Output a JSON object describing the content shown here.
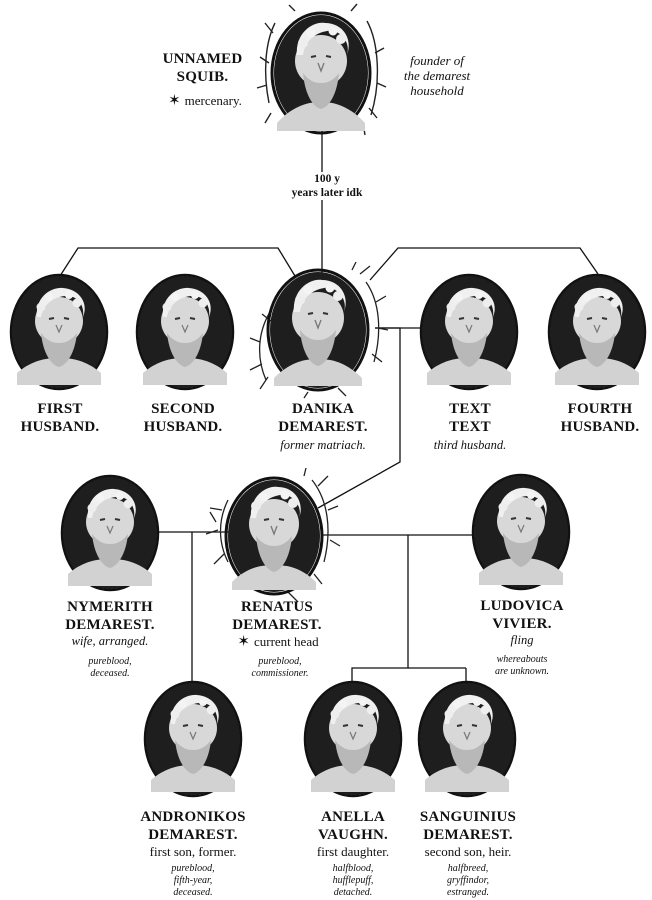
{
  "founder": {
    "name_line1": "UNNAMED",
    "name_line2": "SQUIB.",
    "role": "mercenary.",
    "note_line1": "founder of",
    "note_line2": "the demarest",
    "note_line3": "household"
  },
  "gap_note": {
    "line1": "100 y",
    "line2": "years later idk"
  },
  "gen2": {
    "first_husband": {
      "line1": "FIRST",
      "line2": "HUSBAND."
    },
    "second_husband": {
      "line1": "SECOND",
      "line2": "HUSBAND."
    },
    "danika": {
      "line1": "DANIKA",
      "line2": "DEMAREST.",
      "role": "former matriach."
    },
    "third_husband": {
      "line1": "TEXT",
      "line2": "TEXT",
      "role": "third husband."
    },
    "fourth_husband": {
      "line1": "FOURTH",
      "line2": "HUSBAND."
    }
  },
  "gen3": {
    "nymerith": {
      "line1": "NYMERITH",
      "line2": "DEMAREST.",
      "role": "wife, arranged.",
      "note1": "pureblood,",
      "note2": "deceased."
    },
    "renatus": {
      "line1": "RENATUS",
      "line2": "DEMAREST.",
      "role": "current head",
      "note1": "pureblood,",
      "note2": "commissioner."
    },
    "ludovica": {
      "line1": "LUDOVICA",
      "line2": "VIVIER.",
      "role": "fling",
      "note1": "whereabouts",
      "note2": "are unknown."
    }
  },
  "gen4": {
    "andronikos": {
      "line1": "ANDRONIKOS",
      "line2": "DEMAREST.",
      "role": "first son, former.",
      "note1": "pureblood,",
      "note2": "fifth-year,",
      "note3": "deceased."
    },
    "anella": {
      "line1": "ANELLA",
      "line2": "VAUGHN.",
      "role": "first daughter.",
      "note1": "halfblood,",
      "note2": "hufflepuff,",
      "note3": "detached."
    },
    "sanguinius": {
      "line1": "SANGUINIUS",
      "line2": "DEMAREST.",
      "role": "second son, heir.",
      "note1": "halfbreed,",
      "note2": "gryffindor,",
      "note3": "estranged."
    }
  },
  "icons": {
    "portrait": "classical-statue-bust-portrait-icon",
    "branches": "thorny-branch-frame-icon",
    "star": "asterisk-star-icon"
  },
  "colors": {
    "ink": "#111111",
    "portrait_bg": "#1e1e1e",
    "marble": "#e2e2e2",
    "paper": "#ffffff"
  }
}
